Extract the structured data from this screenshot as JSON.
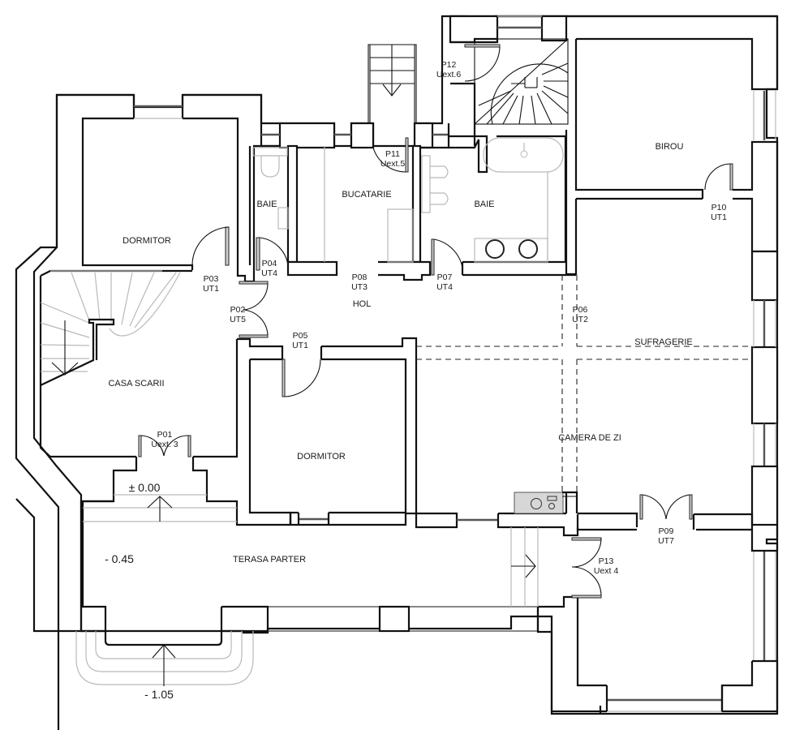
{
  "plan": {
    "title": "Ground floor plan",
    "rooms": [
      {
        "id": "dormitor-nw",
        "label": "DORMITOR"
      },
      {
        "id": "baie-w",
        "label": "BAIE"
      },
      {
        "id": "bucatarie",
        "label": "BUCATARIE"
      },
      {
        "id": "baie-e",
        "label": "BAIE"
      },
      {
        "id": "birou",
        "label": "BIROU"
      },
      {
        "id": "hol",
        "label": "HOL"
      },
      {
        "id": "casa-scarii",
        "label": "CASA SCARII"
      },
      {
        "id": "dormitor-s",
        "label": "DORMITOR"
      },
      {
        "id": "sufragerie",
        "label": "SUFRAGERIE"
      },
      {
        "id": "camera-de-zi",
        "label": "CAMERA DE ZI"
      },
      {
        "id": "terasa-parter",
        "label": "TERASA PARTER"
      }
    ],
    "doors": [
      {
        "code": "P01",
        "type": "Uext. 3"
      },
      {
        "code": "P02",
        "type": "UT5"
      },
      {
        "code": "P03",
        "type": "UT1"
      },
      {
        "code": "P04",
        "type": "UT4"
      },
      {
        "code": "P05",
        "type": "UT1"
      },
      {
        "code": "P06",
        "type": "UT2"
      },
      {
        "code": "P07",
        "type": "UT4"
      },
      {
        "code": "P08",
        "type": "UT3"
      },
      {
        "code": "P09",
        "type": "UT7"
      },
      {
        "code": "P10",
        "type": "UT1"
      },
      {
        "code": "P11",
        "type": "Uext.5"
      },
      {
        "code": "P12",
        "type": "Uext.6"
      },
      {
        "code": "P13",
        "type": "Uext 4"
      }
    ],
    "levels": [
      {
        "id": "entry",
        "value": "± 0.00"
      },
      {
        "id": "terrace",
        "value": "- 0.45"
      },
      {
        "id": "steps",
        "value": "- 1.05"
      }
    ]
  }
}
